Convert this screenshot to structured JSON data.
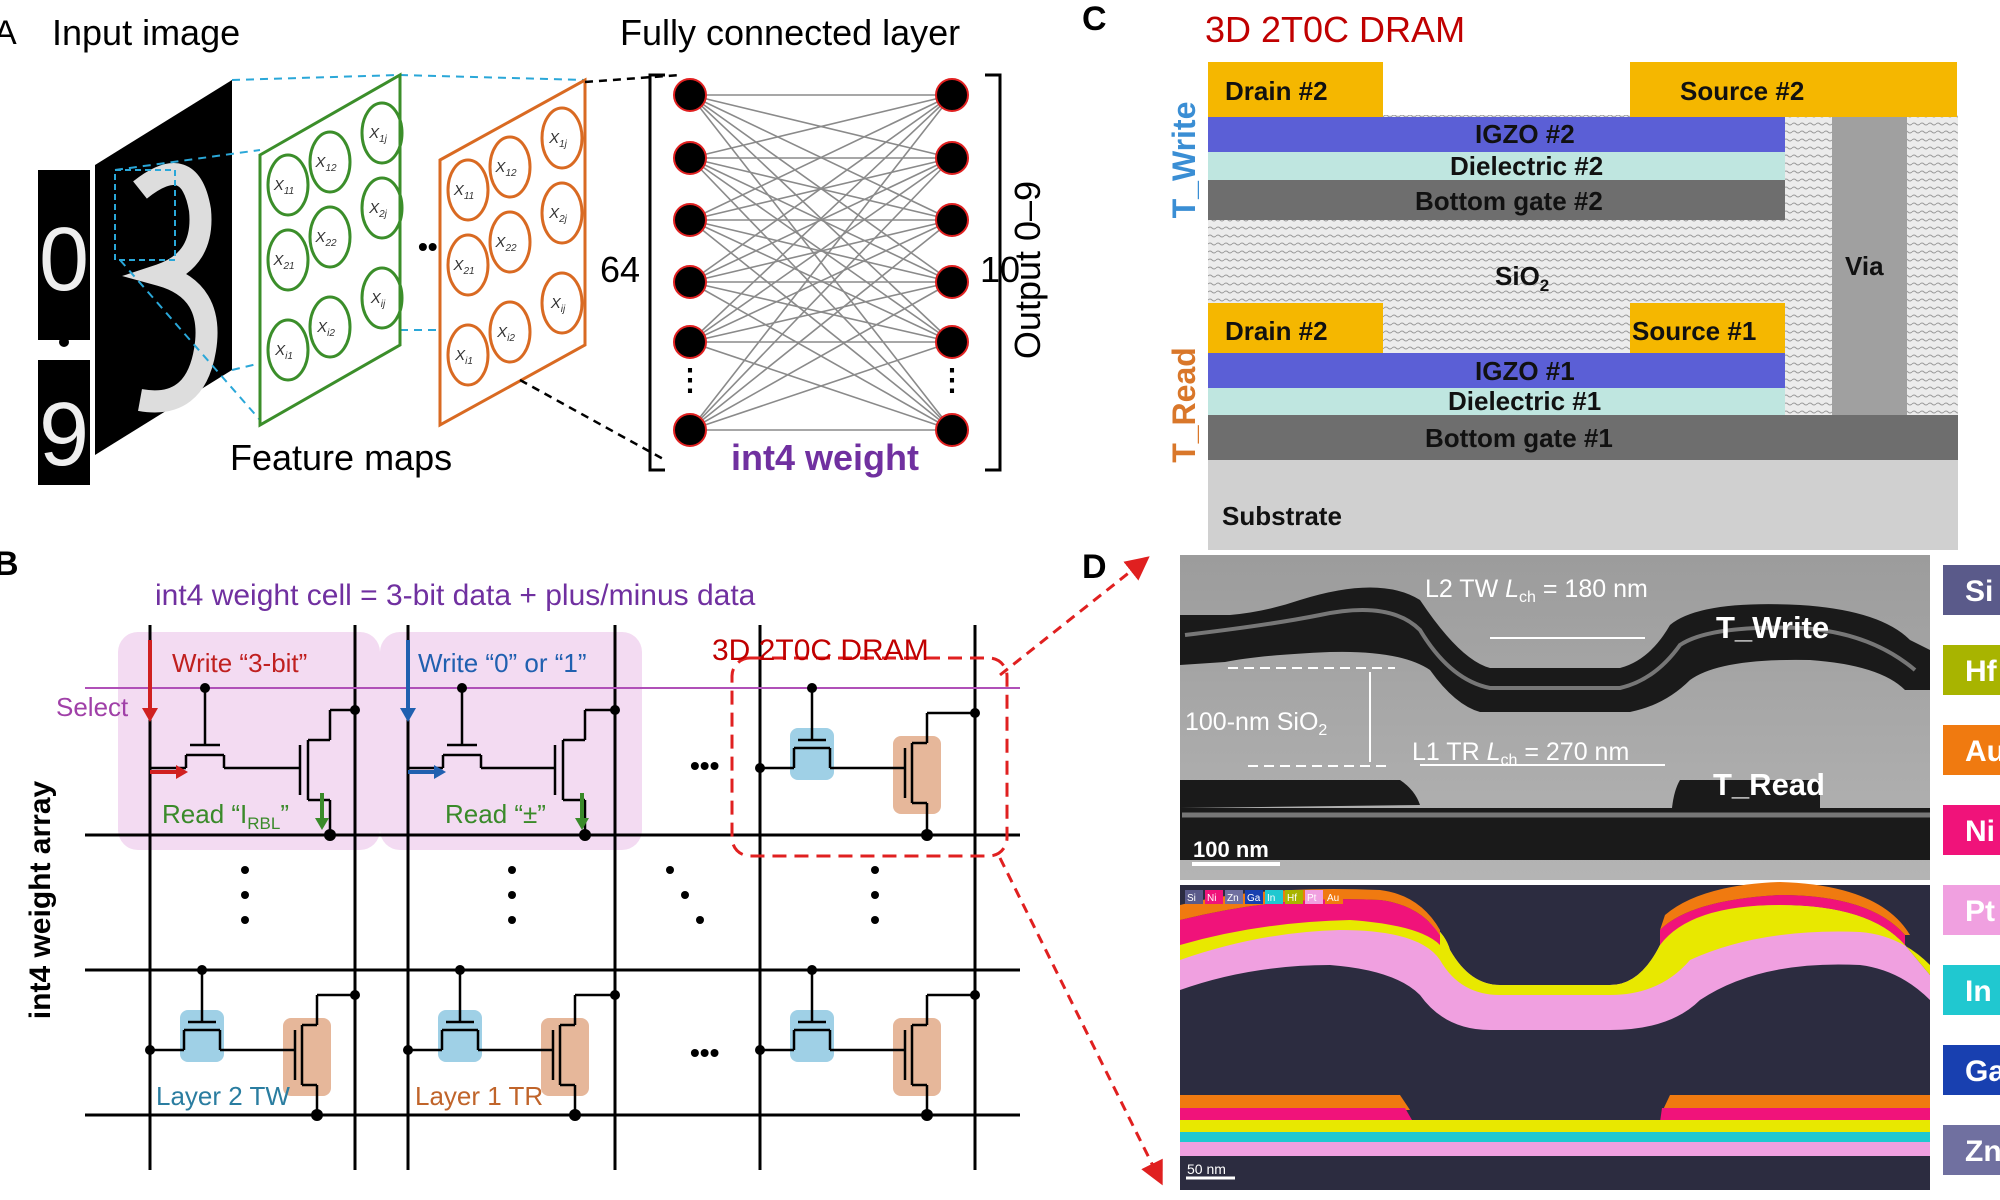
{
  "panels": {
    "A": "A",
    "B": "B",
    "C": "C",
    "D": "D"
  },
  "panelA": {
    "input_image": "Input image",
    "fc_layer": "Fully connected layer",
    "feature_maps": "Feature maps",
    "input_count": "64",
    "output_count": "10",
    "output_label": "Output 0–9",
    "weight_label": "int4 weight",
    "ellipsis": "•••",
    "digit_top": "0",
    "digit_bottom": "9",
    "cell_labels": {
      "x11": "X",
      "x11_sub": "11",
      "x12": "X",
      "x12_sub": "12",
      "x1j": "X",
      "x1j_sub": "1j",
      "x21": "X",
      "x21_sub": "21",
      "x22": "X",
      "x22_sub": "22",
      "x2j": "X",
      "x2j_sub": "2j",
      "xi1": "X",
      "xi1_sub": "i1",
      "xi2": "X",
      "xi2_sub": "i2",
      "xij": "X",
      "xij_sub": "ij"
    }
  },
  "panelB": {
    "title": "int4 weight cell = 3-bit data + plus/minus data",
    "array_label": "int4 weight array",
    "select": "Select",
    "write3": "Write “3-bit”",
    "write01": "Write “0” or “1”",
    "read_pre": "Read “I",
    "read_sub": "RBL",
    "read_post": "”",
    "read_pm": "Read “±”",
    "dram_label": "3D 2T0C DRAM",
    "layer2": "Layer 2 TW",
    "layer1": "Layer 1 TR",
    "hdots": "•••"
  },
  "panelC": {
    "title": "3D 2T0C DRAM",
    "t_write": "T_Write",
    "t_read": "T_Read",
    "drain2_top": "Drain #2",
    "source2": "Source #2",
    "igzo2": "IGZO #2",
    "dielectric2": "Dielectric #2",
    "bottom_gate2": "Bottom gate #2",
    "sio2": "SiO",
    "sio2_sub": "2",
    "via": "Via",
    "drain2_bottom": "Drain #2",
    "source1": "Source  #1",
    "igzo1": "IGZO #1",
    "dielectric1": "Dielectric #1",
    "bottom_gate1": "Bottom gate #1",
    "substrate": "Substrate",
    "colors": {
      "metal": "#f5b700",
      "igzo": "#5b5fd6",
      "dielectric": "#bfe6e0",
      "gate": "#6e6e6e",
      "substrate": "#cfcfcf"
    }
  },
  "panelD": {
    "l2_pre": "L2 TW ",
    "l2_l": "L",
    "l2_sub": "ch",
    "l2_post": " = 180 nm",
    "t_write": "T_Write",
    "sio2_pre": "100-nm SiO",
    "sio2_sub": "2",
    "l1_pre": "L1 TR ",
    "l1_l": "L",
    "l1_sub": "ch",
    "l1_post": " = 270 nm",
    "t_read": "T_Read",
    "scale_tem": "100 nm",
    "scale_eds": "50 nm",
    "legend_mini": [
      "Si",
      "Ni",
      "Zn",
      "Ga",
      "In",
      "Hf",
      "Pt",
      "Au"
    ],
    "legend": [
      {
        "label": "Si",
        "color": "#5a5a8a"
      },
      {
        "label": "Hf",
        "color": "#a8b400"
      },
      {
        "label": "Au",
        "color": "#f07a10"
      },
      {
        "label": "Ni",
        "color": "#f0137a"
      },
      {
        "label": "Pt",
        "color": "#f0a0e0"
      },
      {
        "label": "In",
        "color": "#20c8d0"
      },
      {
        "label": "Ga",
        "color": "#1840b0"
      },
      {
        "label": "Zn",
        "color": "#7070a0"
      }
    ]
  }
}
